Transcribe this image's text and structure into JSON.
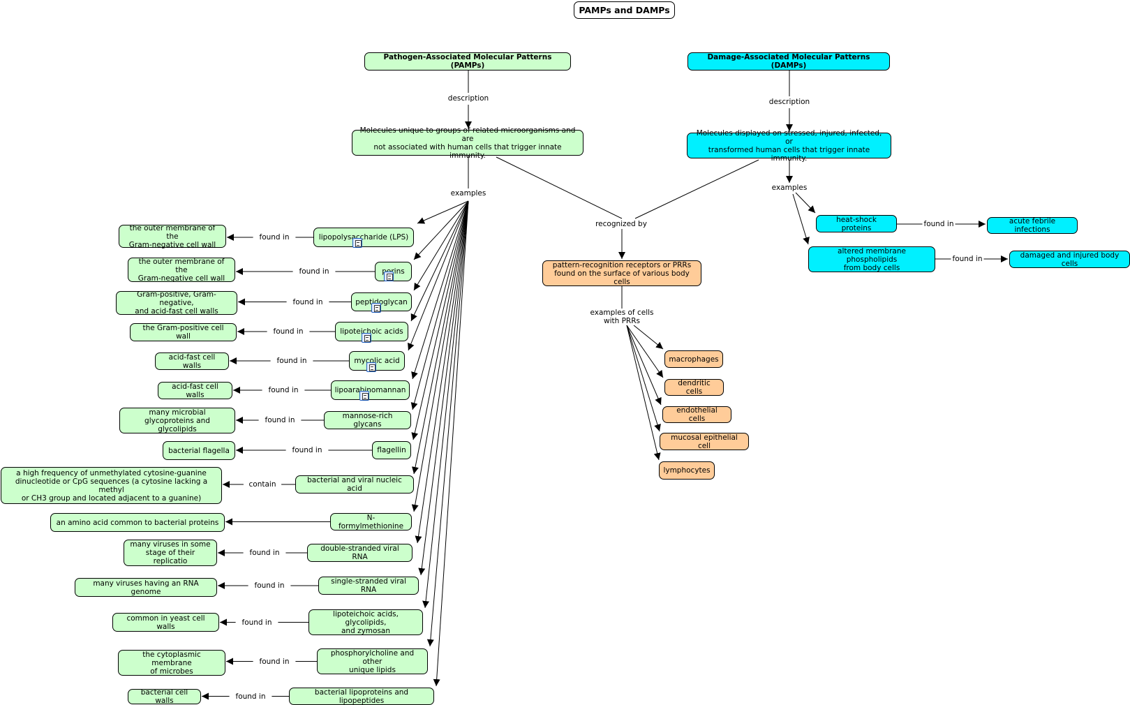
{
  "title": "PAMPs and DAMPs",
  "pamps": {
    "header": "Pathogen-Associated Molecular Patterns (PAMPs)",
    "description_label": "description",
    "description": "Molecules unique to groups of related microorganisms and are\nnot associated with human cells that trigger innate immunity.",
    "examples_label": "examples",
    "examples": [
      {
        "name": "lipopolysaccharide (LPS)",
        "link": "found in",
        "target": "the outer membrane of the\nGram-negative cell wall"
      },
      {
        "name": "porins",
        "link": "found in",
        "target": "the outer membrane of the\nGram-negative cell wall"
      },
      {
        "name": "peptidoglycan",
        "link": "found in",
        "target": "Gram-positive, Gram-negative,\nand acid-fast cell walls"
      },
      {
        "name": "lipoteichoic acids",
        "link": "found in",
        "target": "the Gram-positive cell wall"
      },
      {
        "name": "mycolic acid",
        "link": "found in",
        "target": "acid-fast cell walls"
      },
      {
        "name": "lipoarabinomannan",
        "link": "found in",
        "target": "acid-fast cell walls"
      },
      {
        "name": "mannose-rich glycans",
        "link": "found in",
        "target": "many microbial\nglycoproteins and glycolipids"
      },
      {
        "name": "flagellin",
        "link": "found in",
        "target": "bacterial flagella"
      },
      {
        "name": "bacterial and viral nucleic acid",
        "link": "contain",
        "target": "a high frequency of unmethylated cytosine-guanine\ndinucleotide or CpG sequences (a cytosine lacking a methyl\nor CH3 group and located adjacent to a guanine)"
      },
      {
        "name": "N-formylmethionine",
        "link": "",
        "target": "an amino acid common to bacterial proteins"
      },
      {
        "name": "double-stranded viral RNA",
        "link": "found in",
        "target": "many viruses in some\nstage of their replicatio"
      },
      {
        "name": "single-stranded viral RNA",
        "link": "found in",
        "target": "many viruses having an RNA genome"
      },
      {
        "name": "lipoteichoic acids, glycolipids,\nand zymosan",
        "link": "found in",
        "target": "common in yeast cell walls"
      },
      {
        "name": "phosphorylcholine and other\nunique lipids",
        "link": "found in",
        "target": "the cytoplasmic membrane\nof microbes"
      },
      {
        "name": "bacterial lipoproteins and lipopeptides",
        "link": "found in",
        "target": "bacterial cell walls"
      }
    ]
  },
  "damps": {
    "header": "Damage-Associated Molecular Patterns (DAMPs)",
    "description_label": "description",
    "description": "Molecules displayed on stressed, injured, infected, or\ntransformed human cells that trigger innate immunity.",
    "examples_label": "examples",
    "examples": [
      {
        "name": "heat-shock proteins",
        "link": "found in",
        "target": "acute febrile infections"
      },
      {
        "name": "altered membrane phospholipids\nfrom body cells",
        "link": "found in",
        "target": "damaged and injured body cells"
      }
    ]
  },
  "prr": {
    "recognized_label": "recognized by",
    "node": "pattern-recognition receptors or PRRs\nfound on the surface of various body cells",
    "cells_label": "examples of cells\nwith PRRs",
    "cells": [
      "macrophages",
      "dendritic cells",
      "endothelial cells",
      "mucosal epithelial cell",
      "lymphocytes"
    ]
  },
  "icons": {
    "resource": "document-icon"
  }
}
